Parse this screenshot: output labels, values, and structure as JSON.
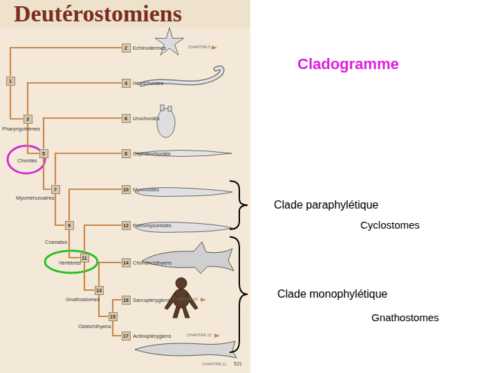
{
  "diagram": {
    "title": "Deutérostomiens",
    "nodes": [
      {
        "text": [
          "1"
        ]
      },
      {
        "text": [
          "2",
          "Echinodermes"
        ]
      },
      {
        "text": [
          "3",
          "Pharyngotrèmes"
        ]
      },
      {
        "text": [
          "4",
          "Hémichordés"
        ]
      },
      {
        "text": [
          "5",
          "Chordés"
        ]
      },
      {
        "text": [
          "6",
          "Urochordés"
        ]
      },
      {
        "text": [
          "7",
          "Myomérozoaires"
        ]
      },
      {
        "text": [
          "8",
          "Céphalochordés"
        ]
      },
      {
        "text": [
          "9",
          "Craniates"
        ]
      },
      {
        "text": [
          "10",
          "Myxinoïdes"
        ]
      },
      {
        "text": [
          "11",
          "Vertébrés"
        ]
      },
      {
        "text": [
          "12",
          "Pétromyzontidés"
        ]
      },
      {
        "text": [
          "13",
          "Gnathostomes"
        ]
      },
      {
        "text": [
          "14",
          "Chondrichthyens"
        ]
      },
      {
        "text": [
          "15",
          "Ostéichthyens"
        ]
      },
      {
        "text": [
          "16",
          "Sarcoptérygiens"
        ]
      },
      {
        "text": [
          "17",
          "Actinoptérygiens"
        ]
      }
    ],
    "edges": [
      {
        "from": 0,
        "to": 1,
        "arrow": "none"
      },
      {
        "from": 0,
        "to": 2,
        "arrow": "none"
      },
      {
        "from": 2,
        "to": 3,
        "arrow": "none"
      },
      {
        "from": 2,
        "to": 4,
        "arrow": "none"
      },
      {
        "from": 4,
        "to": 5,
        "arrow": "none"
      },
      {
        "from": 4,
        "to": 6,
        "arrow": "none"
      },
      {
        "from": 6,
        "to": 7,
        "arrow": "none"
      },
      {
        "from": 6,
        "to": 8,
        "arrow": "none"
      },
      {
        "from": 8,
        "to": 9,
        "arrow": "none"
      },
      {
        "from": 8,
        "to": 10,
        "arrow": "none"
      },
      {
        "from": 10,
        "to": 11,
        "arrow": "none"
      },
      {
        "from": 10,
        "to": 12,
        "arrow": "none"
      },
      {
        "from": 12,
        "to": 13,
        "arrow": "none"
      },
      {
        "from": 12,
        "to": 14,
        "arrow": "none"
      },
      {
        "from": 14,
        "to": 15,
        "arrow": "none"
      },
      {
        "from": 14,
        "to": 16,
        "arrow": "none"
      }
    ],
    "labels": [
      "CHAPITRE 5",
      "Cladogramme",
      "Clade paraphylétique",
      "Cyclostomes",
      "Clade monophylétique",
      "Gnathostomes",
      "CHAPITRE 16",
      "CHAPITRE 15",
      "CHAPITRE 11",
      "521"
    ]
  }
}
